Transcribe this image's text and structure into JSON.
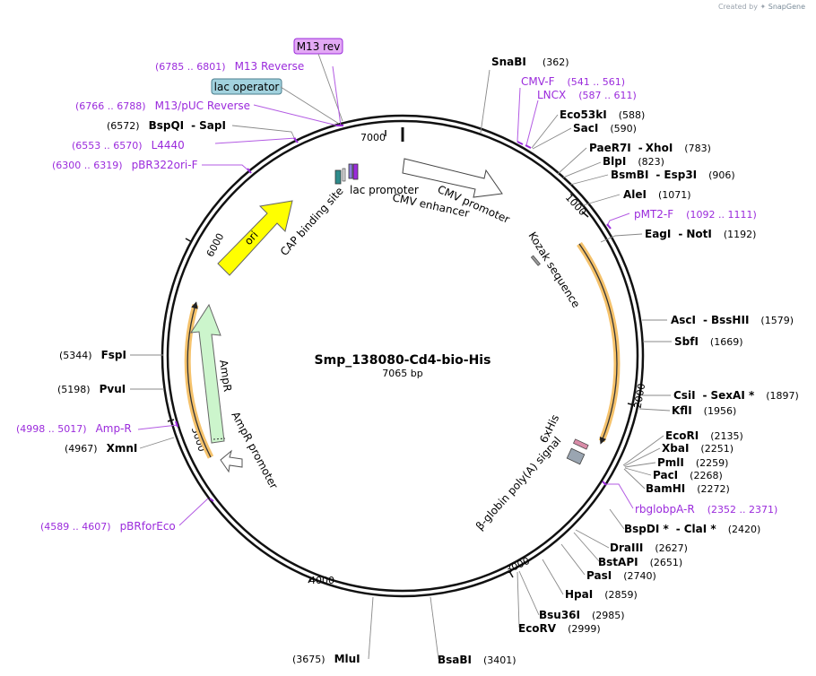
{
  "watermark": {
    "prefix": "Created by",
    "brand": "SnapGene"
  },
  "plasmid": {
    "name": "Smp_138080-Cd4-bio-His",
    "length_label": "7065 bp"
  },
  "ticks": [
    "1000",
    "2000",
    "3000",
    "4000",
    "5000",
    "6000",
    "7000"
  ],
  "features": {
    "lac_operator": "lac operator",
    "m13_rev": "M13 rev",
    "lac_promoter": "lac promoter",
    "cap_site": "CAP binding site",
    "cmv_promoter": "CMV promoter",
    "cmv_enhancer": "CMV enhancer",
    "ori": "ori",
    "kozak": "Kozak sequence",
    "his": "6xHis",
    "polya": "β-globin poly(A) signal",
    "ampr": "AmpR",
    "ampr_promoter": "AmpR promoter"
  },
  "enzymes_right": [
    {
      "name": "SnaBI",
      "pos": "(362)"
    },
    {
      "name": "Eco53kI",
      "pos": "(588)"
    },
    {
      "name": "SacI",
      "pos": "(590)"
    },
    {
      "name": "PaeR7I",
      "sep": "-",
      "name2": "XhoI",
      "pos": "(783)"
    },
    {
      "name": "BlpI",
      "pos": "(823)"
    },
    {
      "name": "BsmBI",
      "sep": "-",
      "name2": "Esp3I",
      "pos": "(906)"
    },
    {
      "name": "AleI",
      "pos": "(1071)"
    },
    {
      "name": "EagI",
      "sep": "-",
      "name2": "NotI",
      "pos": "(1192)"
    },
    {
      "name": "AscI",
      "sep": "-",
      "name2": "BssHII",
      "pos": "(1579)"
    },
    {
      "name": "SbfI",
      "pos": "(1669)"
    },
    {
      "name": "CsiI",
      "sep": "-",
      "name2": "SexAI *",
      "pos": "(1897)"
    },
    {
      "name": "KflI",
      "pos": "(1956)"
    },
    {
      "name": "EcoRI",
      "pos": "(2135)"
    },
    {
      "name": "XbaI",
      "pos": "(2251)"
    },
    {
      "name": "PmlI",
      "pos": "(2259)"
    },
    {
      "name": "PacI",
      "pos": "(2268)"
    },
    {
      "name": "BamHI",
      "pos": "(2272)"
    },
    {
      "name": "BspDI *",
      "sep": "-",
      "name2": "ClaI *",
      "pos": "(2420)"
    },
    {
      "name": "DraIII",
      "pos": "(2627)"
    },
    {
      "name": "BstAPI",
      "pos": "(2651)"
    },
    {
      "name": "PasI",
      "pos": "(2740)"
    },
    {
      "name": "HpaI",
      "pos": "(2859)"
    },
    {
      "name": "Bsu36I",
      "pos": "(2985)"
    },
    {
      "name": "EcoRV",
      "pos": "(2999)"
    },
    {
      "name": "BsaBI",
      "pos": "(3401)"
    }
  ],
  "enzymes_left": [
    {
      "name": "MluI",
      "pos": "(3675)"
    },
    {
      "name": "XmnI",
      "pos": "(4967)"
    },
    {
      "name": "PvuI",
      "pos": "(5198)"
    },
    {
      "name": "FspI",
      "pos": "(5344)"
    },
    {
      "name": "BspQI",
      "sep": "-",
      "name2": "SapI",
      "pos": "(6572)"
    }
  ],
  "primers": [
    {
      "name": "CMV-F",
      "range": "(541 .. 561)"
    },
    {
      "name": "LNCX",
      "range": "(587 .. 611)"
    },
    {
      "name": "pMT2-F",
      "range": "(1092 .. 1111)"
    },
    {
      "name": "rbglobpA-R",
      "range": "(2352 .. 2371)"
    },
    {
      "name": "pBRforEco",
      "range": "(4589 .. 4607)"
    },
    {
      "name": "Amp-R",
      "range": "(4998 .. 5017)"
    },
    {
      "name": "pBR322ori-F",
      "range": "(6300 .. 6319)"
    },
    {
      "name": "L4440",
      "range": "(6553 .. 6570)"
    },
    {
      "name": "M13/pUC Reverse",
      "range": "(6766 .. 6788)"
    },
    {
      "name": "M13 Reverse",
      "range": "(6785 .. 6801)"
    }
  ],
  "colors": {
    "primer": "#9b2bdc",
    "ori": "#ffff00",
    "ampr": "#ccf5cc",
    "orf_highlight": "#f5c26b",
    "lac_operator": "#a2d2de",
    "m13_rev": "#e3a9f5"
  }
}
